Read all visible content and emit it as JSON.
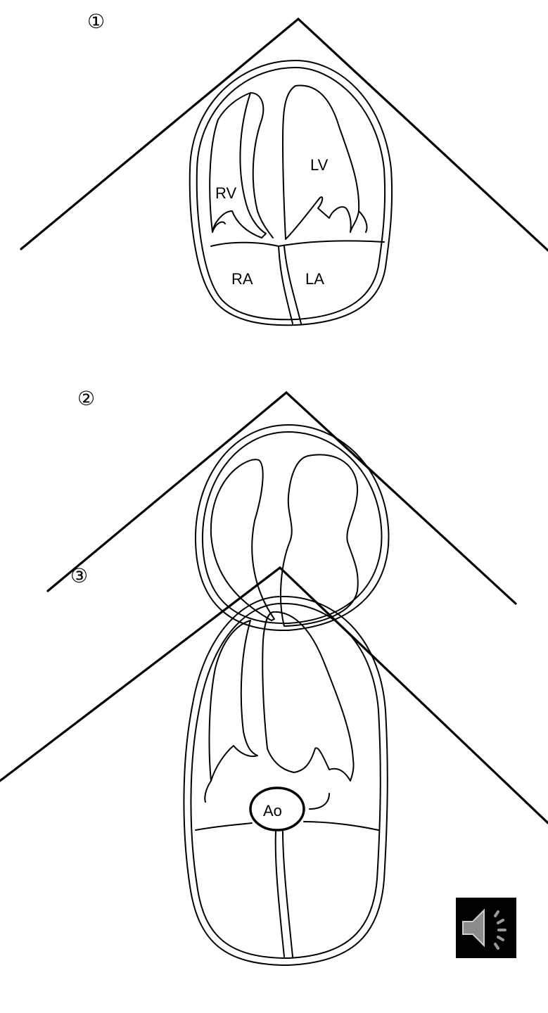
{
  "panels": [
    {
      "number": "①",
      "labels": {
        "rv": "RV",
        "lv": "LV",
        "ra": "RA",
        "la": "LA"
      }
    },
    {
      "number": "②"
    },
    {
      "number": "③",
      "labels": {
        "ao": "Ao"
      }
    }
  ],
  "controls": {
    "audio_icon": "speaker-sound-icon"
  }
}
